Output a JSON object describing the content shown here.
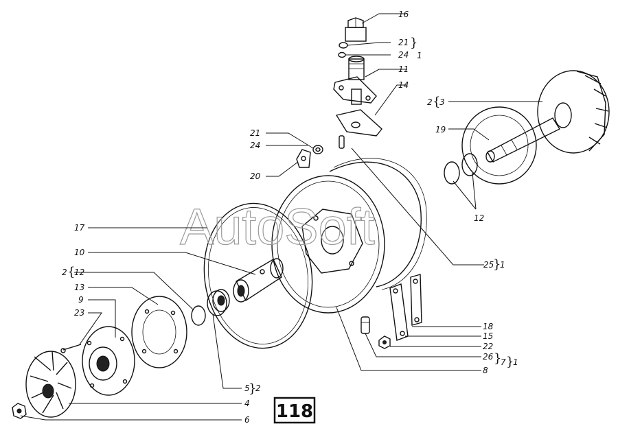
{
  "watermark": "AutoSoft",
  "page_number": "118",
  "labels": {
    "l16": "16",
    "l21a": "21",
    "l24a": "24",
    "l1a": "1",
    "l11": "11",
    "l14": "14",
    "l2a": "2",
    "l3": "3",
    "l19": "19",
    "l12a": "12",
    "l21b": "21",
    "l24b": "24",
    "l20": "20",
    "l17": "17",
    "l10": "10",
    "l2b": "2",
    "l12b": "12",
    "l13": "13",
    "l9": "9",
    "l23": "23",
    "l25": "25",
    "l1b": "1",
    "l18": "18",
    "l15": "15",
    "l22": "22",
    "l26": "26",
    "l7": "7",
    "l1c": "1",
    "l8": "8",
    "l5": "5",
    "l2c": "2",
    "l4": "4",
    "l6": "6"
  }
}
